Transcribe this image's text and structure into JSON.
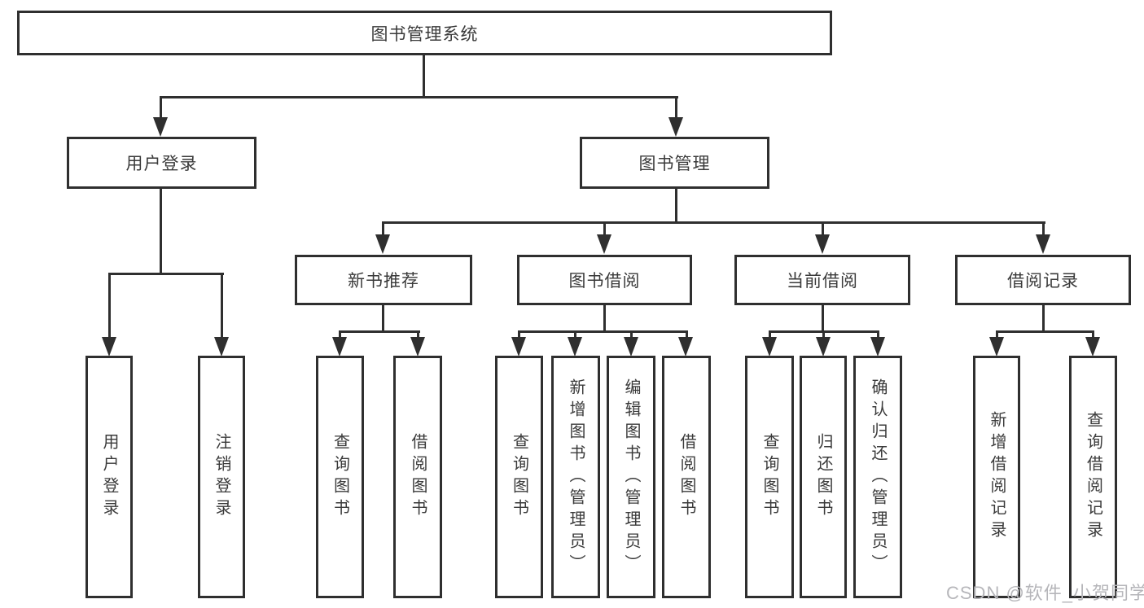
{
  "tree": {
    "root": {
      "label": "图书管理系统"
    },
    "l2": [
      {
        "label": "用户登录"
      },
      {
        "label": "图书管理"
      }
    ],
    "l3": [
      {
        "label": "新书推荐"
      },
      {
        "label": "图书借阅"
      },
      {
        "label": "当前借阅"
      },
      {
        "label": "借阅记录"
      }
    ],
    "l4": [
      {
        "label": "用户登录"
      },
      {
        "label": "注销登录"
      },
      {
        "label": "查询图书"
      },
      {
        "label": "借阅图书"
      },
      {
        "label": "查询图书"
      },
      {
        "label": "新增图书（管理员）"
      },
      {
        "label": "编辑图书（管理员）"
      },
      {
        "label": "借阅图书"
      },
      {
        "label": "查询图书"
      },
      {
        "label": "归还图书"
      },
      {
        "label": "确认归还（管理员）"
      },
      {
        "label": "新增借阅记录"
      },
      {
        "label": "查询借阅记录"
      }
    ]
  },
  "watermark": "CSDN @软件_小贺同学",
  "colors": {
    "line": "#2f2f2f",
    "text": "#3a3a3a",
    "watermark": "#b6b6ba",
    "background": "#ffffff"
  }
}
